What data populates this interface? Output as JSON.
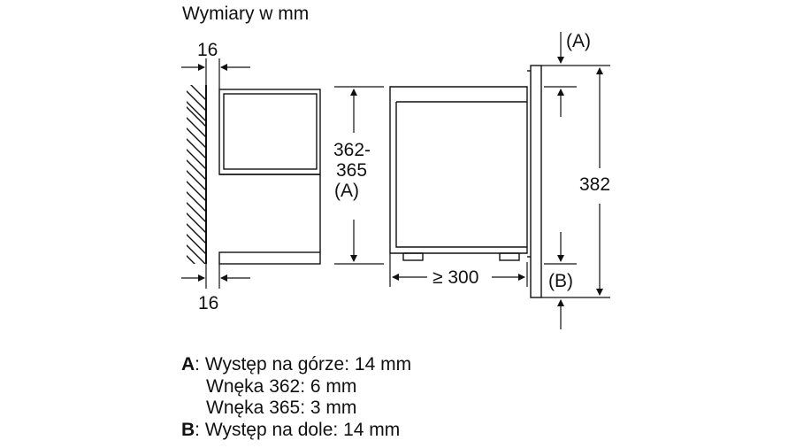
{
  "title": "Wymiary w mm",
  "dimensions": {
    "left_top": "16",
    "left_bottom": "16",
    "niche_height_line1": "362-",
    "niche_height_line2": "365",
    "niche_height_line3": "(A)",
    "depth": "≥ 300",
    "overall_height": "382"
  },
  "callouts": {
    "a": "(A)",
    "b": "(B)"
  },
  "legend": {
    "a_key": "A",
    "a_text": ": Występ na górze: 14 mm",
    "a_line2": "Wnęka 362: 6 mm",
    "a_line3": "Wnęka 365: 3 mm",
    "b_key": "B",
    "b_text": ": Występ na dole: 14 mm"
  }
}
